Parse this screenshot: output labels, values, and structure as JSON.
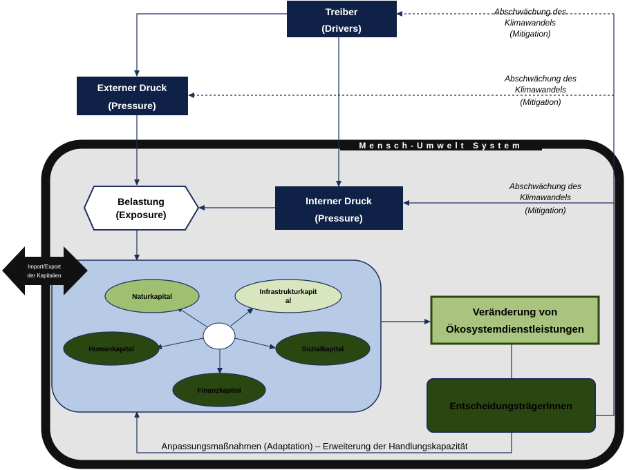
{
  "system": {
    "title": "Mensch-Umwelt System"
  },
  "drivers": {
    "line1": "Treiber",
    "line2": "(Drivers)"
  },
  "external_pressure": {
    "line1": "Externer Druck",
    "line2": "(Pressure)"
  },
  "internal_pressure": {
    "line1": "Interner Druck",
    "line2": "(Pressure)"
  },
  "exposure": {
    "line1": "Belastung",
    "line2": "(Exposure)"
  },
  "import_export": {
    "line1": "Import/Export",
    "line2": "der Kapitalien"
  },
  "capitals": {
    "natur": "Naturkapital",
    "infrastruktur_line1": "Infrastrukturkapit",
    "infrastruktur_line2": "al",
    "human": "Humankapital",
    "sozial": "Sozialkapital",
    "finanz": "Finanzkapital"
  },
  "ecosystem_change": {
    "line1": "Veränderung von",
    "line2": "Ökosystemdienstleistungen"
  },
  "decision_makers": {
    "label": "EntscheidungsträgerInnen"
  },
  "adaptation": {
    "label": "Anpassungsmaßnahmen (Adaptation) – Erweiterung der Handlungskapazität"
  },
  "mitigation": [
    {
      "line1": "Abschwächung des",
      "line2": "Klimawandels",
      "line3": "(Mitigation)"
    },
    {
      "line1": "Abschwächung des",
      "line2": "Klimawandels",
      "line3": "(Mitigation)"
    },
    {
      "line1": "Abschwächung des",
      "line2": "Klimawandels",
      "line3": "(Mitigation)"
    }
  ],
  "colors": {
    "navy": "#0f2147",
    "system_border": "#111111",
    "system_fill": "#e4e4e4",
    "capital_box": "#b8cbe6",
    "capital_dark": "#2a4712",
    "capital_light": "#9fbf71",
    "capital_pale": "#d9e5bf",
    "ecosystem_fill": "#a9c47f",
    "decision_fill": "#2a4712",
    "line": "#1c2e5c"
  }
}
